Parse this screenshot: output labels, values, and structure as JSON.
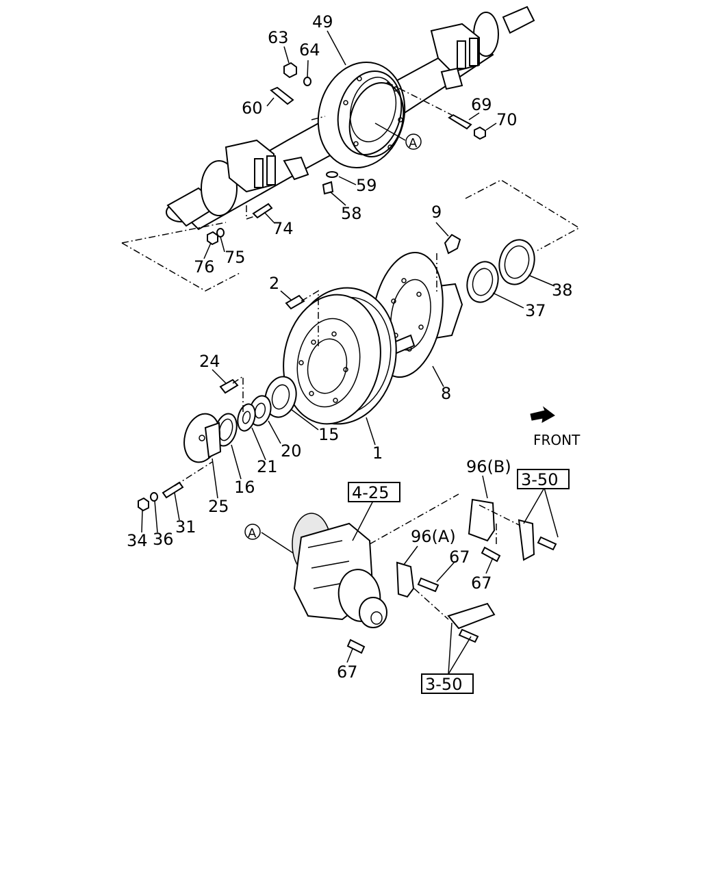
{
  "labels": {
    "p49": "49",
    "p63": "63",
    "p64": "64",
    "p60": "60",
    "p69": "69",
    "p70": "70",
    "p59": "59",
    "p58": "58",
    "p9": "9",
    "p74": "74",
    "p75": "75",
    "p76": "76",
    "p38": "38",
    "p37": "37",
    "p2": "2",
    "p24": "24",
    "p8": "8",
    "p15": "15",
    "p1": "1",
    "p20": "20",
    "p21": "21",
    "p16": "16",
    "p25": "25",
    "p31": "31",
    "p34": "34",
    "p36": "36",
    "p96b": "96(B)",
    "p96a": "96(A)",
    "p67a": "67",
    "p67b": "67",
    "p67c": "67"
  },
  "markers": {
    "a_top": "A",
    "a_bottom": "A"
  },
  "refs": {
    "r425": "4-25",
    "r350_top": "3-50",
    "r350_bottom": "3-50"
  },
  "front_label": "FRONT"
}
